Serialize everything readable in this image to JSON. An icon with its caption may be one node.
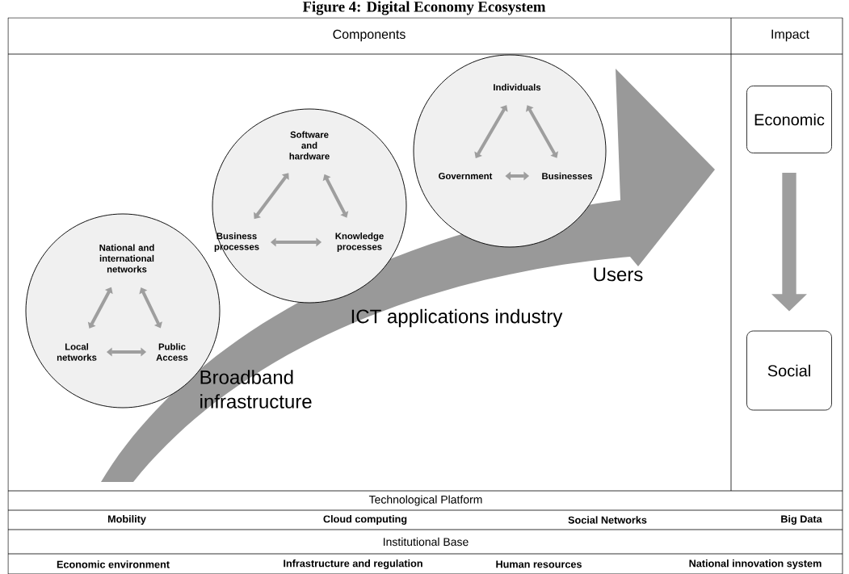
{
  "diagram": {
    "title": "Figure 4: Digital Economy Ecosystem",
    "nodes": [
      {
        "text": [],
        "shape": "circle"
      },
      {
        "text": [
          "National and international networks"
        ],
        "in": 0
      },
      {
        "text": [
          "Local networks"
        ],
        "in": 0
      },
      {
        "text": [
          "Public Access"
        ],
        "in": 0
      },
      {
        "text": [],
        "shape": "circle"
      },
      {
        "text": [
          "Software and hardware"
        ],
        "in": 4
      },
      {
        "text": [
          "Business processes"
        ],
        "in": 4
      },
      {
        "text": [
          "Knowledge processes"
        ],
        "in": 4
      },
      {
        "text": [],
        "shape": "circle"
      },
      {
        "text": [
          "Individuals"
        ],
        "in": 8
      },
      {
        "text": [
          "Government"
        ],
        "in": 8
      },
      {
        "text": [
          "Businesses"
        ],
        "in": 8
      },
      {
        "text": [
          "Economic"
        ]
      },
      {
        "text": [
          "Social"
        ]
      }
    ],
    "edges": [
      {
        "from": 1,
        "to": 2,
        "arrow": "both"
      },
      {
        "from": 1,
        "to": 3,
        "arrow": "both"
      },
      {
        "from": 2,
        "to": 3,
        "arrow": "both"
      },
      {
        "from": 5,
        "to": 6,
        "arrow": "both"
      },
      {
        "from": 5,
        "to": 7,
        "arrow": "both"
      },
      {
        "from": 6,
        "to": 7,
        "arrow": "both"
      },
      {
        "from": 9,
        "to": 10,
        "arrow": "both"
      },
      {
        "from": 9,
        "to": 11,
        "arrow": "both"
      },
      {
        "from": 10,
        "to": 11,
        "arrow": "both"
      },
      {
        "from": 12,
        "to": 13,
        "arrow": "to",
        "style": "thick"
      }
    ],
    "labels": [
      "Components",
      "Impact",
      "Users",
      "ICT applications industry",
      "Broadband infrastructure",
      "Technological Platform",
      "Mobility",
      "Cloud computing",
      "Social Networks",
      "Big Data",
      "Institutional Base",
      "Economic environment",
      "Infrastructure and regulation",
      "Human resources",
      "National innovation system"
    ]
  }
}
